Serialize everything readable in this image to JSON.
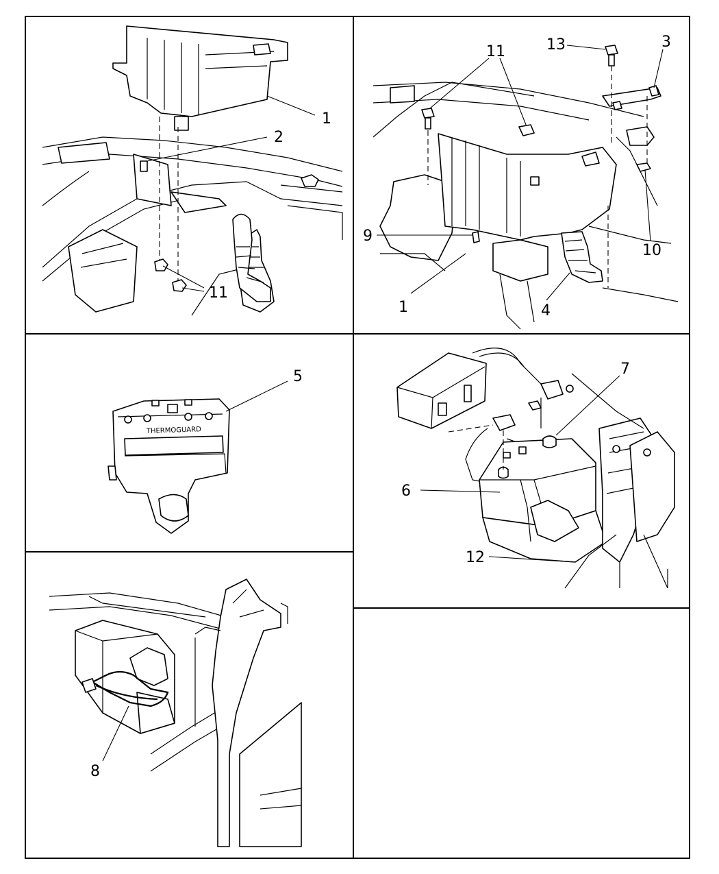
{
  "panels": {
    "top_left": {
      "callouts": [
        "1",
        "2",
        "11"
      ]
    },
    "top_right": {
      "callouts": [
        "11",
        "13",
        "3",
        "9",
        "10",
        "1",
        "4"
      ]
    },
    "middle_left": {
      "callouts": [
        "5"
      ],
      "module_label": "THERMOGUARD"
    },
    "middle_right": {
      "callouts": [
        "7",
        "6",
        "12"
      ]
    },
    "bottom_left": {
      "callouts": [
        "8"
      ]
    },
    "bottom_right": {
      "callouts": []
    }
  }
}
